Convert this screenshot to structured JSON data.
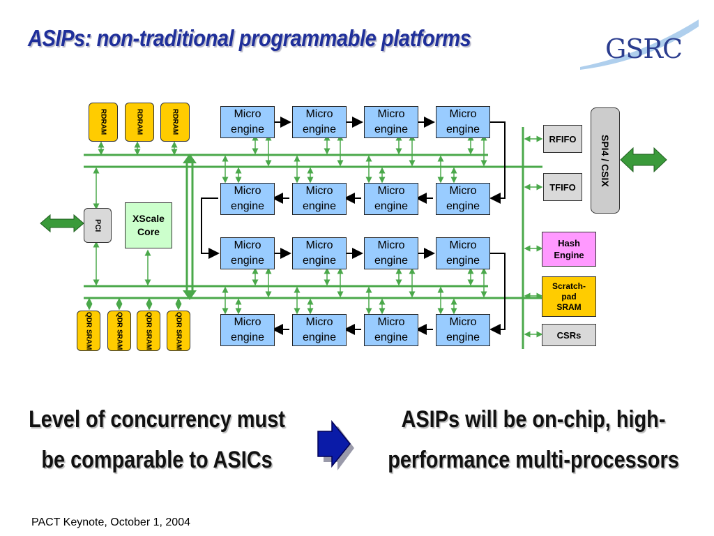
{
  "slide": {
    "title": "ASIPs: non-traditional programmable platforms",
    "logo_text": "GSRC",
    "footer": "PACT Keynote, October 1, 2004"
  },
  "diagram": {
    "microengine_line1": "Micro",
    "microengine_line2": "engine",
    "rdram": [
      "RDRAM",
      "RDRAM",
      "RDRAM"
    ],
    "qdr_line1": "QDR",
    "qdr_line2": "SRAM",
    "pci": "PCI",
    "xscale_line1": "XScale",
    "xscale_line2": "Core",
    "rfifo": "RFIFO",
    "tfifo": "TFIFO",
    "spi": "SPI4 / CSIX",
    "hash_line1": "Hash",
    "hash_line2": "Engine",
    "scratch_line1": "Scratch-",
    "scratch_line2": "pad",
    "scratch_line3": "SRAM",
    "csrs": "CSRs",
    "colors": {
      "microengine": "#99ccff",
      "memory": "#ffcc00",
      "bus": "#4aa84a",
      "xscale": "#ccffcc",
      "hash": "#ff99ff",
      "grey": "#d9d9d9"
    }
  },
  "conclusion": {
    "left_line1": "Level of concurrency must",
    "left_line2": "be comparable to ASICs",
    "right_line1": "ASIPs will be on-chip, high-",
    "right_line2": "performance multi-processors",
    "arrow_icon": "right-arrow-icon"
  }
}
